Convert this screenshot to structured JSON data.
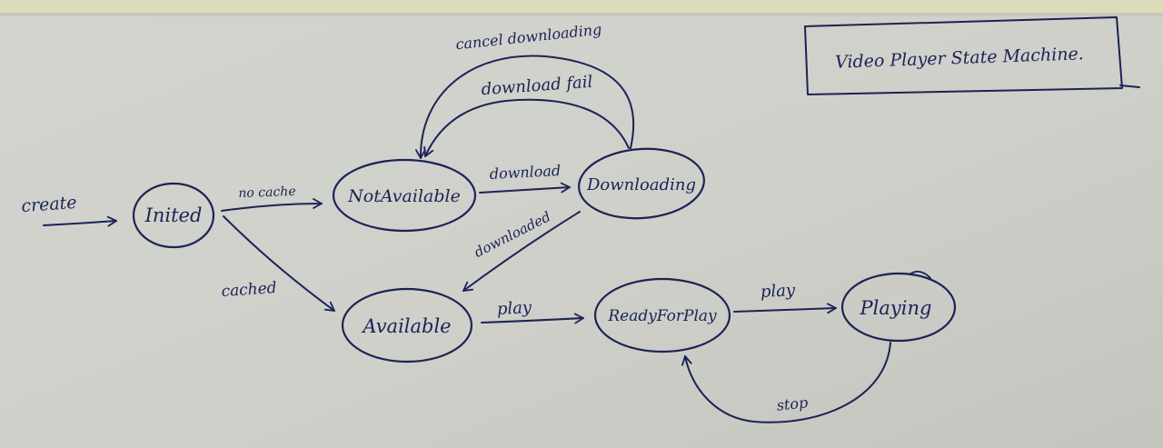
{
  "title": "Video Player State Machine.",
  "states": {
    "inited": "Inited",
    "not_available": "NotAvailable",
    "downloading": "Downloading",
    "available": "Available",
    "ready_for_play": "ReadyForPlay",
    "playing": "Playing"
  },
  "transitions": {
    "create": "create",
    "no_cache": "no cache",
    "cached": "cached",
    "download": "download",
    "cancel_downloading": "cancel downloading",
    "download_fail": "download fail",
    "downloaded": "downloaded",
    "play_from_available": "play",
    "play_from_ready": "play",
    "stop": "stop"
  },
  "colors": {
    "board": "#cfd0cb",
    "ink": "#1b2356",
    "top_strip": "#dcdbb7"
  }
}
